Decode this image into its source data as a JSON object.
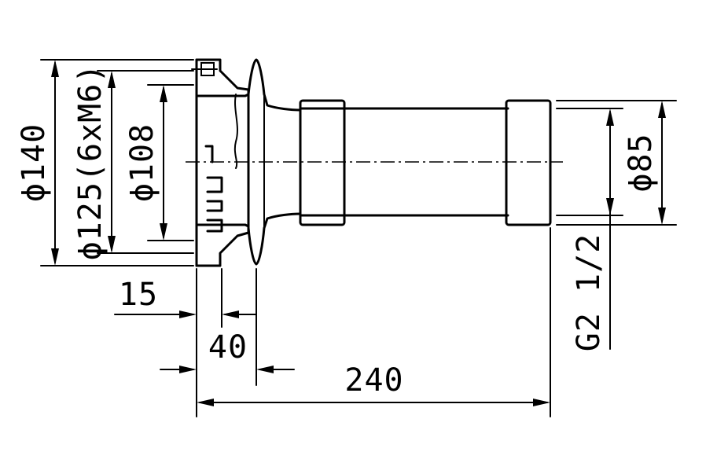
{
  "dimensions": {
    "d140": "ϕ140",
    "d125": "ϕ125(6xM6)",
    "d108": "ϕ108",
    "d85": "ϕ85",
    "thread": "G2 1/2",
    "len15": "15",
    "len40": "40",
    "len240": "240"
  }
}
